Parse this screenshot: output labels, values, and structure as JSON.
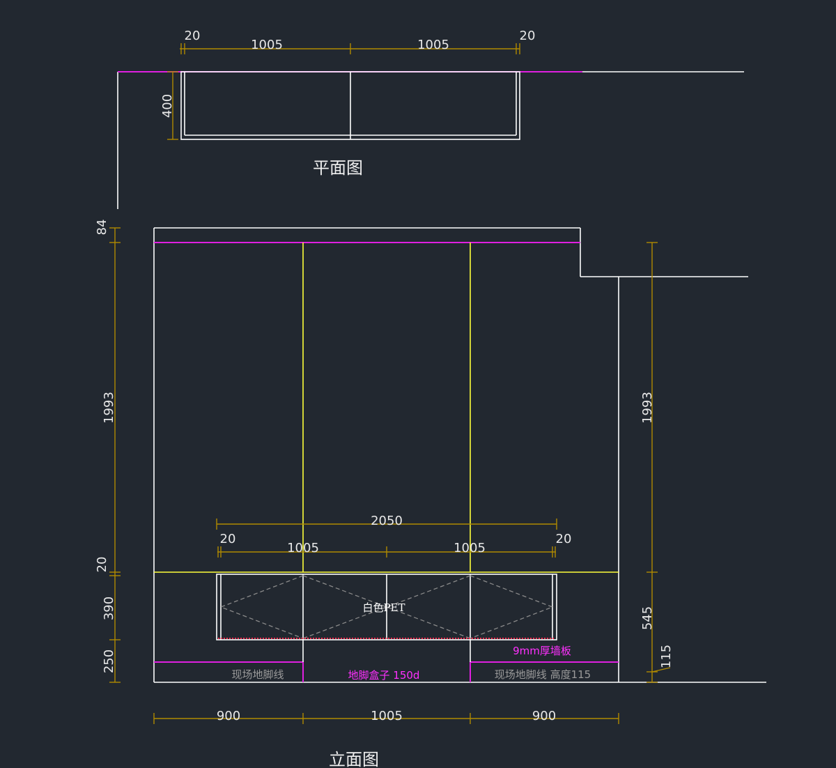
{
  "plan": {
    "title": "平面图",
    "dims": {
      "left_gap": "20",
      "panel_left": "1005",
      "panel_right": "1005",
      "right_gap": "20",
      "depth": "400"
    }
  },
  "elevation": {
    "title": "立面图",
    "left_dims": {
      "top": "84",
      "main": "1993",
      "gap": "20",
      "cabinet": "390",
      "base": "250"
    },
    "right_dims": {
      "main": "1993",
      "lower": "545",
      "skirting": "115"
    },
    "inner_dims": {
      "total": "2050",
      "left_gap": "20",
      "panel_left": "1005",
      "panel_right": "1005",
      "right_gap": "20"
    },
    "bottom_dims": {
      "left": "900",
      "middle": "1005",
      "right": "900"
    },
    "labels": {
      "cabinet_material": "白色PET",
      "wall_panel": "9mm厚墙板",
      "skirting_left": "现场地脚线",
      "plinth_box": "地脚盒子 150d",
      "skirting_right": "现场地脚线 高度115"
    }
  },
  "colors": {
    "background": "#222830",
    "dimension": "#b08a00",
    "outline": "#ffffff",
    "magenta": "#e020e0",
    "yellow": "#ffff3a"
  }
}
